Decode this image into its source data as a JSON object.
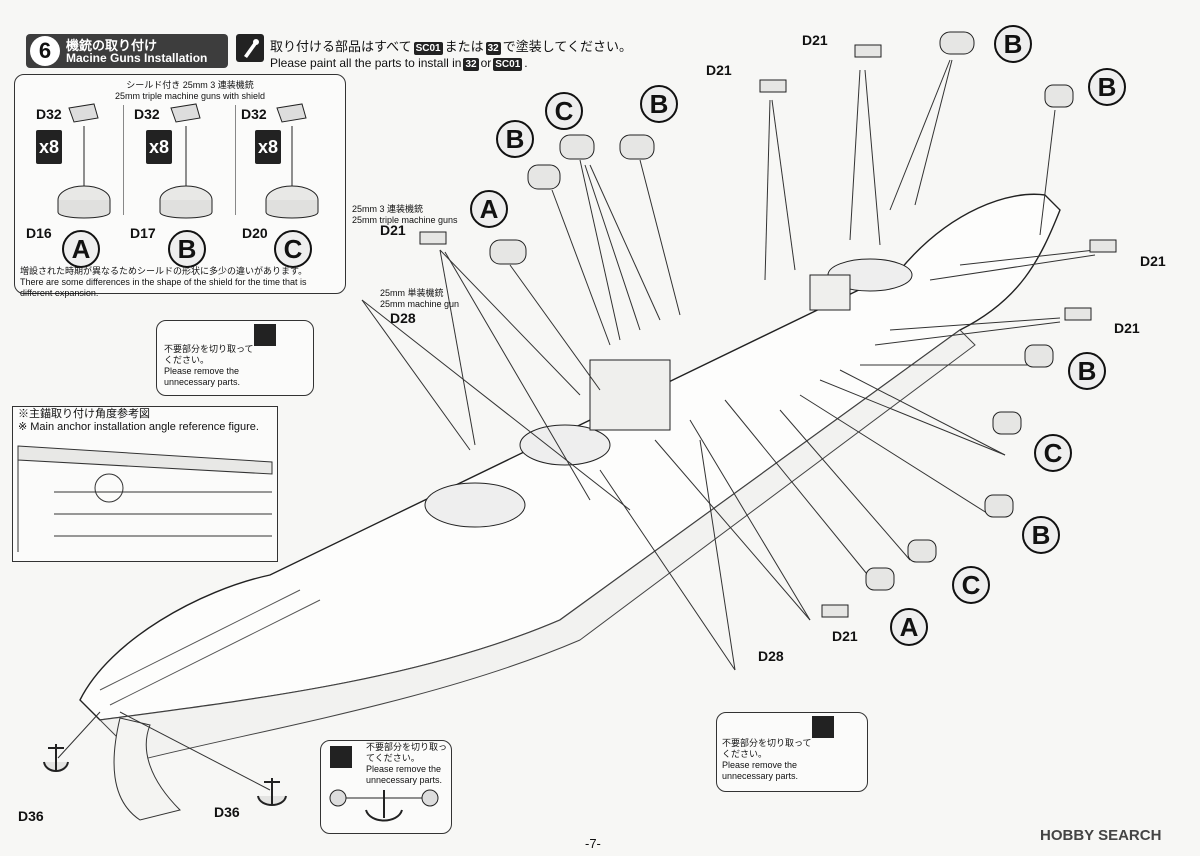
{
  "step": {
    "number": "6",
    "title_jp": "機銃の取り付け",
    "title_en": "Macine Guns Installation"
  },
  "paint": {
    "jp_pre": "取り付ける部品はすべて",
    "jp_chip1": "SC01",
    "jp_mid": "または",
    "jp_chip2": "32",
    "jp_post": "で塗装してください。",
    "en_pre": "Please paint all the parts to install in",
    "en_chip1": "32",
    "en_mid": "or",
    "en_chip2": "SC01",
    "en_post": "."
  },
  "shield_box": {
    "caption_jp": "シールド付き 25mm 3 連装機銃",
    "caption_en": "25mm triple machine guns with shield",
    "columns": [
      {
        "top_part": "D32",
        "count": "x8",
        "base_part": "D16",
        "variant": "A"
      },
      {
        "top_part": "D32",
        "count": "x8",
        "base_part": "D17",
        "variant": "B"
      },
      {
        "top_part": "D32",
        "count": "x8",
        "base_part": "D20",
        "variant": "C"
      }
    ],
    "note_jp": "増設された時期が異なるためシールドの形状に多少の違いがあります。",
    "note_en": "There are some differences in the shape of the shield for the time that is different expansion."
  },
  "triple_gun_label": {
    "jp": "25mm 3 連装機銃",
    "en": "25mm triple machine guns",
    "part": "D21"
  },
  "single_gun_label": {
    "jp": "25mm 単装機銃",
    "en": "25mm machine gun",
    "part": "D28"
  },
  "cut_note_1": {
    "jp": "不要部分を切り取ってください。",
    "en": "Please remove the unnecessary parts."
  },
  "cut_note_2": {
    "jp": "不要部分を切り取ってください。",
    "en": "Please remove the unnecessary parts."
  },
  "cut_note_3": {
    "jp": "不要部分を切り取ってください。",
    "en": "Please remove the unnecessary parts."
  },
  "anchor_box": {
    "title_jp": "※主錨取り付け角度参考図",
    "title_en": "※ Main anchor installation angle reference figure."
  },
  "callouts": {
    "top_A": "A",
    "top_B1": "B",
    "top_C": "C",
    "top_B2": "B",
    "d21_top1": "D21",
    "d21_top2": "D21",
    "right_B1": "B",
    "right_B2": "B",
    "d21_r1": "D21",
    "d21_r2": "D21",
    "right_B3": "B",
    "right_C1": "C",
    "right_B4": "B",
    "right_C2": "C",
    "right_A": "A",
    "d21_bottom": "D21",
    "d28_bottom": "D28",
    "d36_left": "D36",
    "d36_mid": "D36"
  },
  "page_number": "-7-",
  "watermark": "HOBBY SEARCH"
}
